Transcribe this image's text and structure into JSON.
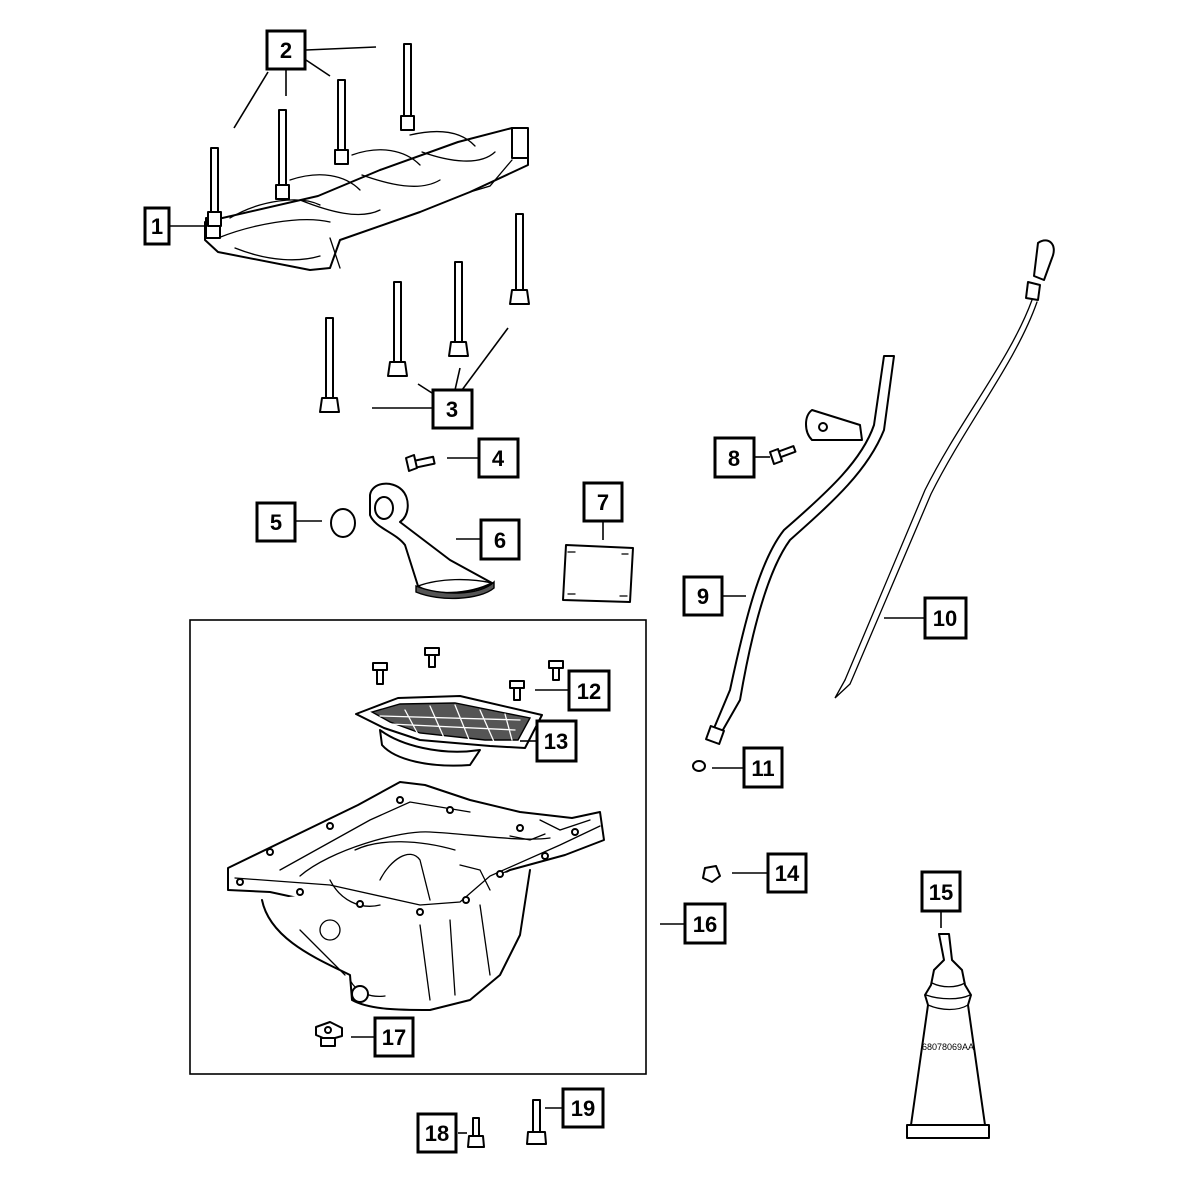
{
  "diagram": {
    "part_callouts": [
      "1",
      "2",
      "3",
      "4",
      "5",
      "6",
      "7",
      "8",
      "9",
      "10",
      "11",
      "12",
      "13",
      "14",
      "15",
      "16",
      "17",
      "18",
      "19"
    ],
    "sealant_tube_label": "68078069AA"
  }
}
